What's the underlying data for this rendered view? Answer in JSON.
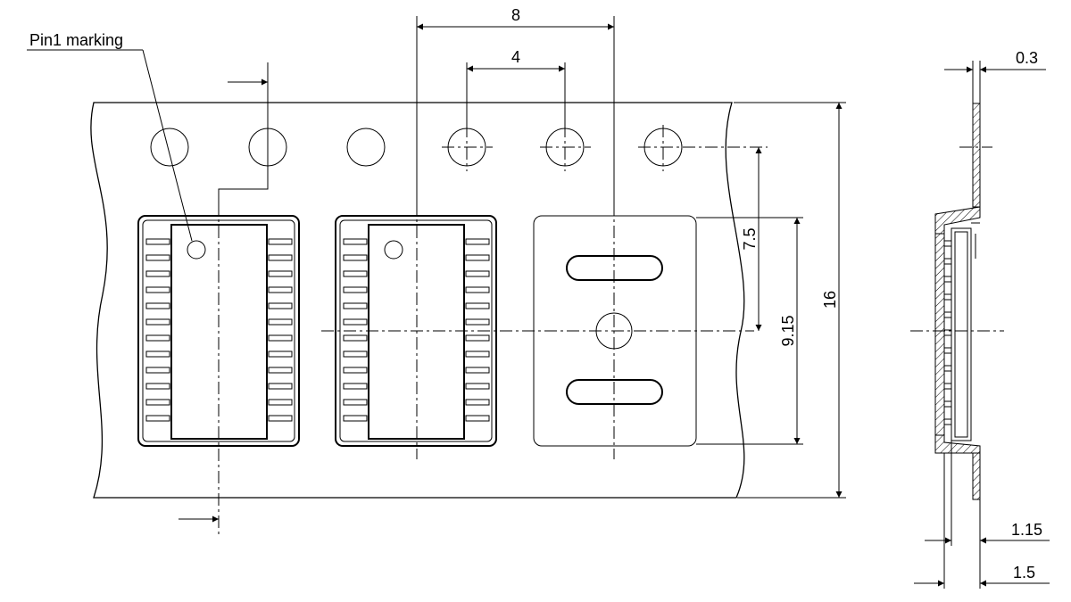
{
  "labels": {
    "pin1": "Pin1 marking",
    "pitch_pockets": "8",
    "pitch_holes": "4",
    "thickness": "0.3",
    "hole_to_center": "7.5",
    "pocket_width": "9.15",
    "tape_width": "16",
    "cover_thickness": "1.15",
    "pocket_depth": "1.5"
  }
}
